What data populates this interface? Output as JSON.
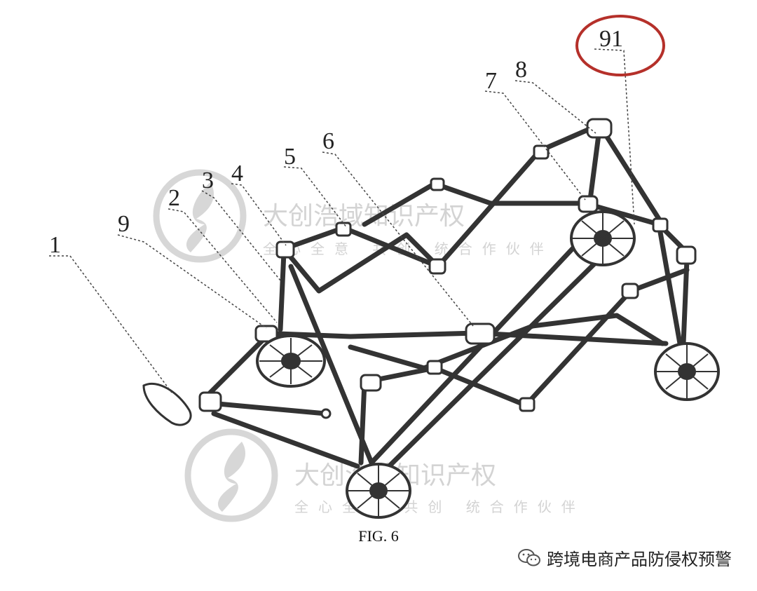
{
  "figure": {
    "caption": "FIG. 6",
    "highlight_color": "#b5302a",
    "labels": {
      "l1": "1",
      "l9": "9",
      "l2": "2",
      "l3": "3",
      "l4": "4",
      "l5": "5",
      "l6": "6",
      "l7": "7",
      "l8": "8",
      "l91": "91"
    }
  },
  "watermark": {
    "line1": "大创浩域知识产权",
    "line2": "全心全意 共创 统合作伙伴",
    "icon": "lightning-seal-icon"
  },
  "footer": {
    "icon": "wechat-icon",
    "text": "跨境电商产品防侵权预警"
  }
}
